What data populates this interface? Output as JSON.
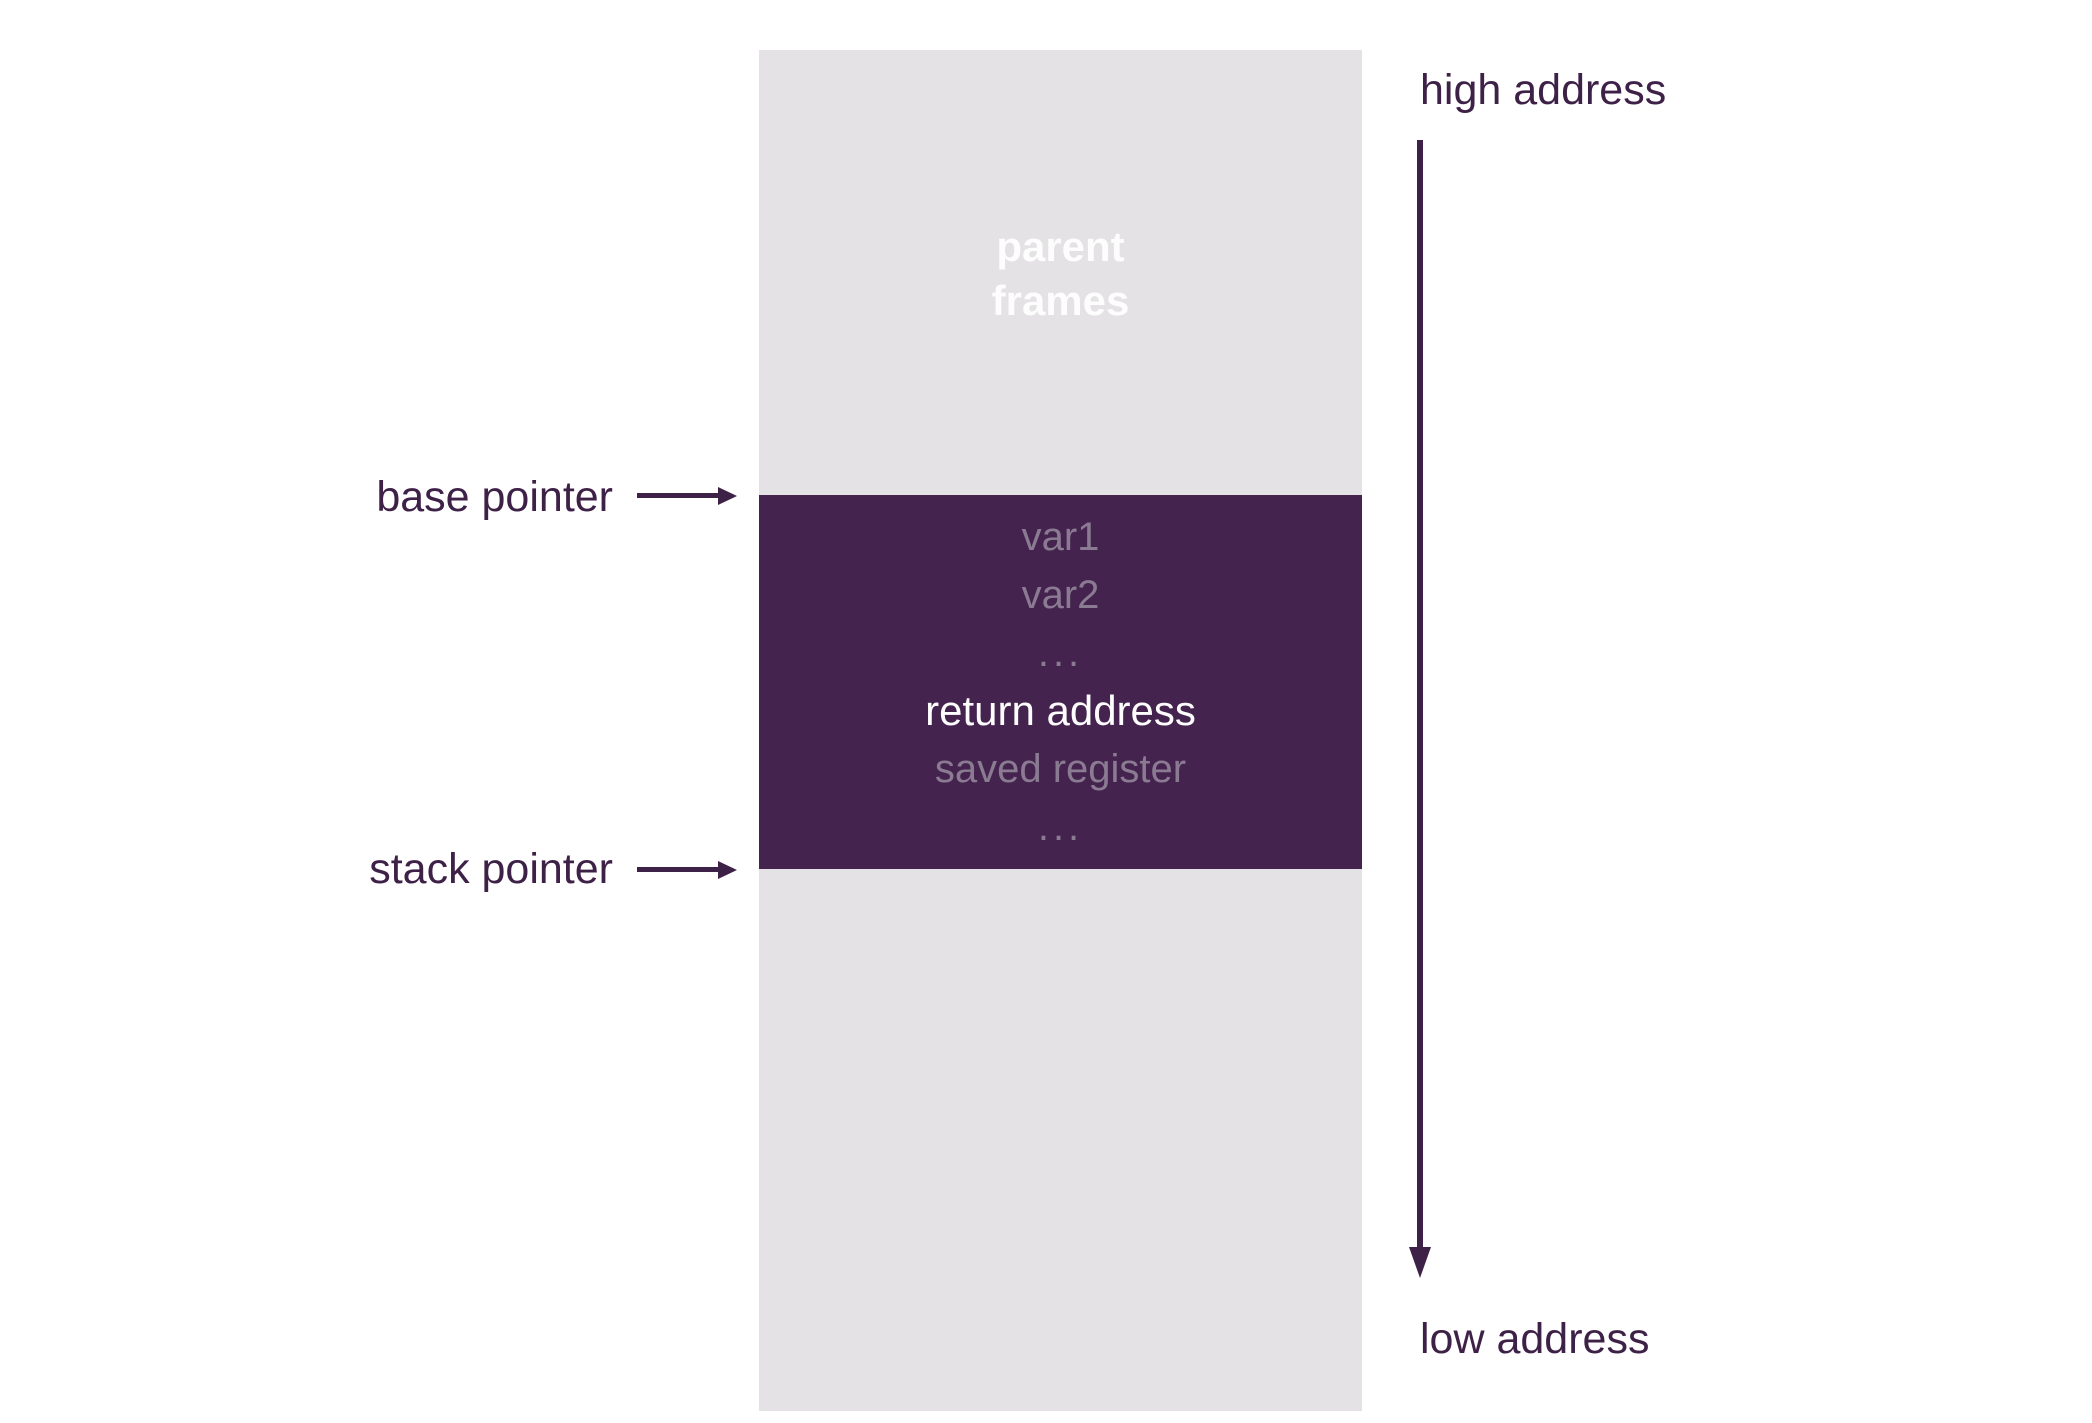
{
  "colors": {
    "background": "#ffffff",
    "column_fill": "#e4e2e4",
    "frame_fill": "#45234f",
    "accent_dark": "#3e2147",
    "muted_on_frame": "#8a7b92",
    "light_text": "#fdfdfd"
  },
  "memory_column": {
    "parent_frames": [
      "parent",
      "frames"
    ]
  },
  "stack_frame": {
    "lines": [
      {
        "text": "var1",
        "tone": "muted"
      },
      {
        "text": "var2",
        "tone": "muted"
      },
      {
        "text": "...",
        "tone": "muted"
      },
      {
        "text": "return address",
        "tone": "light"
      },
      {
        "text": "saved register",
        "tone": "muted"
      },
      {
        "text": "...",
        "tone": "muted"
      }
    ]
  },
  "pointer_labels": {
    "base": "base pointer",
    "stack": "stack pointer"
  },
  "address_axis": {
    "high": "high address",
    "low": "low address"
  }
}
